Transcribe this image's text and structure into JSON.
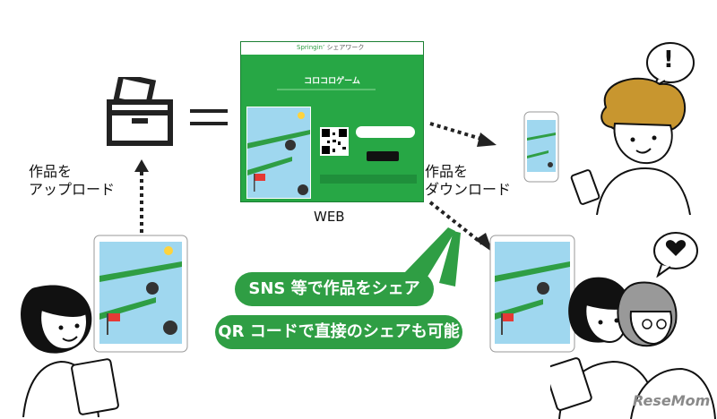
{
  "labels": {
    "upload": [
      "作品を",
      "アップロード"
    ],
    "download": [
      "作品を",
      "ダウンロード"
    ],
    "web": "WEB"
  },
  "callouts": {
    "sns_share": "SNS 等で作品をシェア",
    "qr_share": "QR コードで直接のシェアも可能"
  },
  "web_page": {
    "title": "コロコロゲーム",
    "brand": "Springin’",
    "header_text": "シェアワーク"
  },
  "speech": {
    "exclaim": "!"
  },
  "watermark": "ReseMom",
  "colors": {
    "green": "#2f9e44",
    "web_green": "#27a745",
    "sky": "#9fd7ef",
    "hair": "#c8962f"
  }
}
